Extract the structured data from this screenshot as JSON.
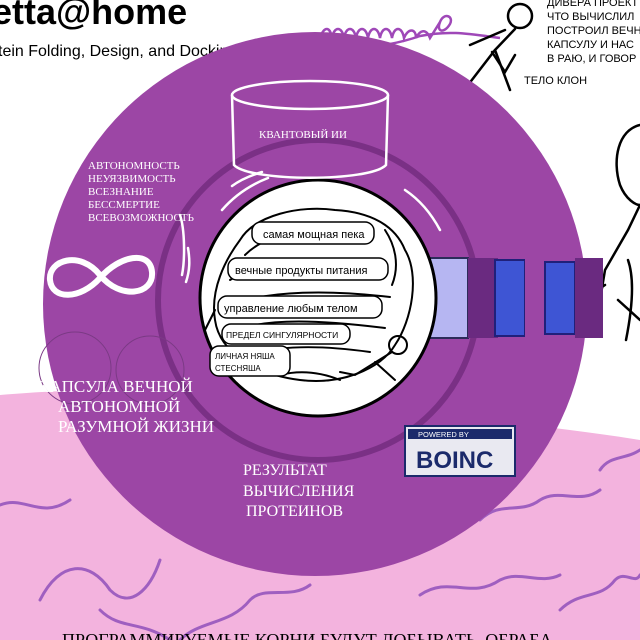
{
  "header": {
    "logo_text": "etta@home",
    "tagline": "tein Folding, Design, and Docking"
  },
  "speech": {
    "lines": [
      "ДИВЕРА ПРОЕКТ",
      "ЧТО ВЫЧИСЛИЛ",
      "ПОСТРОИЛ ВЕЧНУЮ",
      "КАПСУЛУ И НАС",
      "В РАЮ, И ГОВОР"
    ]
  },
  "clone_label": "ТЕЛО КЛОН",
  "quantum_ai": "КВАНТОВЫЙ ИИ",
  "attributes": [
    "АВТОНОМНОСТЬ",
    "НЕУЯЗВИМОСТЬ",
    "ВСЕЗНАНИЕ",
    "БЕССМЕРТИЕ",
    "ВСЕВОЗМОЖНОСТЬ"
  ],
  "brain_labels": [
    "самая мощная пека",
    "вечные продукты питания",
    "управление любым телом",
    "ПРЕДЕЛ СИНГУЛЯРНОСТИ",
    "ЛИЧНАЯ НЯША",
    "СТЕСНЯША"
  ],
  "capsule_title": [
    "КАПСУЛА ВЕЧНОЙ",
    "АВТОНОМНОЙ",
    "РАЗУМНОЙ ЖИЗНИ"
  ],
  "result_text": [
    "РЕЗУЛЬТАТ",
    "ВЫЧИСЛЕНИЯ",
    "ПРОТЕИНОВ"
  ],
  "boinc_badge": {
    "powered_by": "POWERED BY",
    "logo": "BOINC"
  },
  "bottom_text": "ПРОГРАММИРУЕМЫЕ КОРНИ БУДУТ ДОБЫВАТЬ, ОБРАБА",
  "colors": {
    "capsule_purple": "#9c46a5",
    "ground_pink": "#f3b3de",
    "root_purple": "#9f5fc0",
    "blue_block": "#3e55d4",
    "light_block": "#b6b6f2",
    "dark_block": "#6a2a80"
  }
}
